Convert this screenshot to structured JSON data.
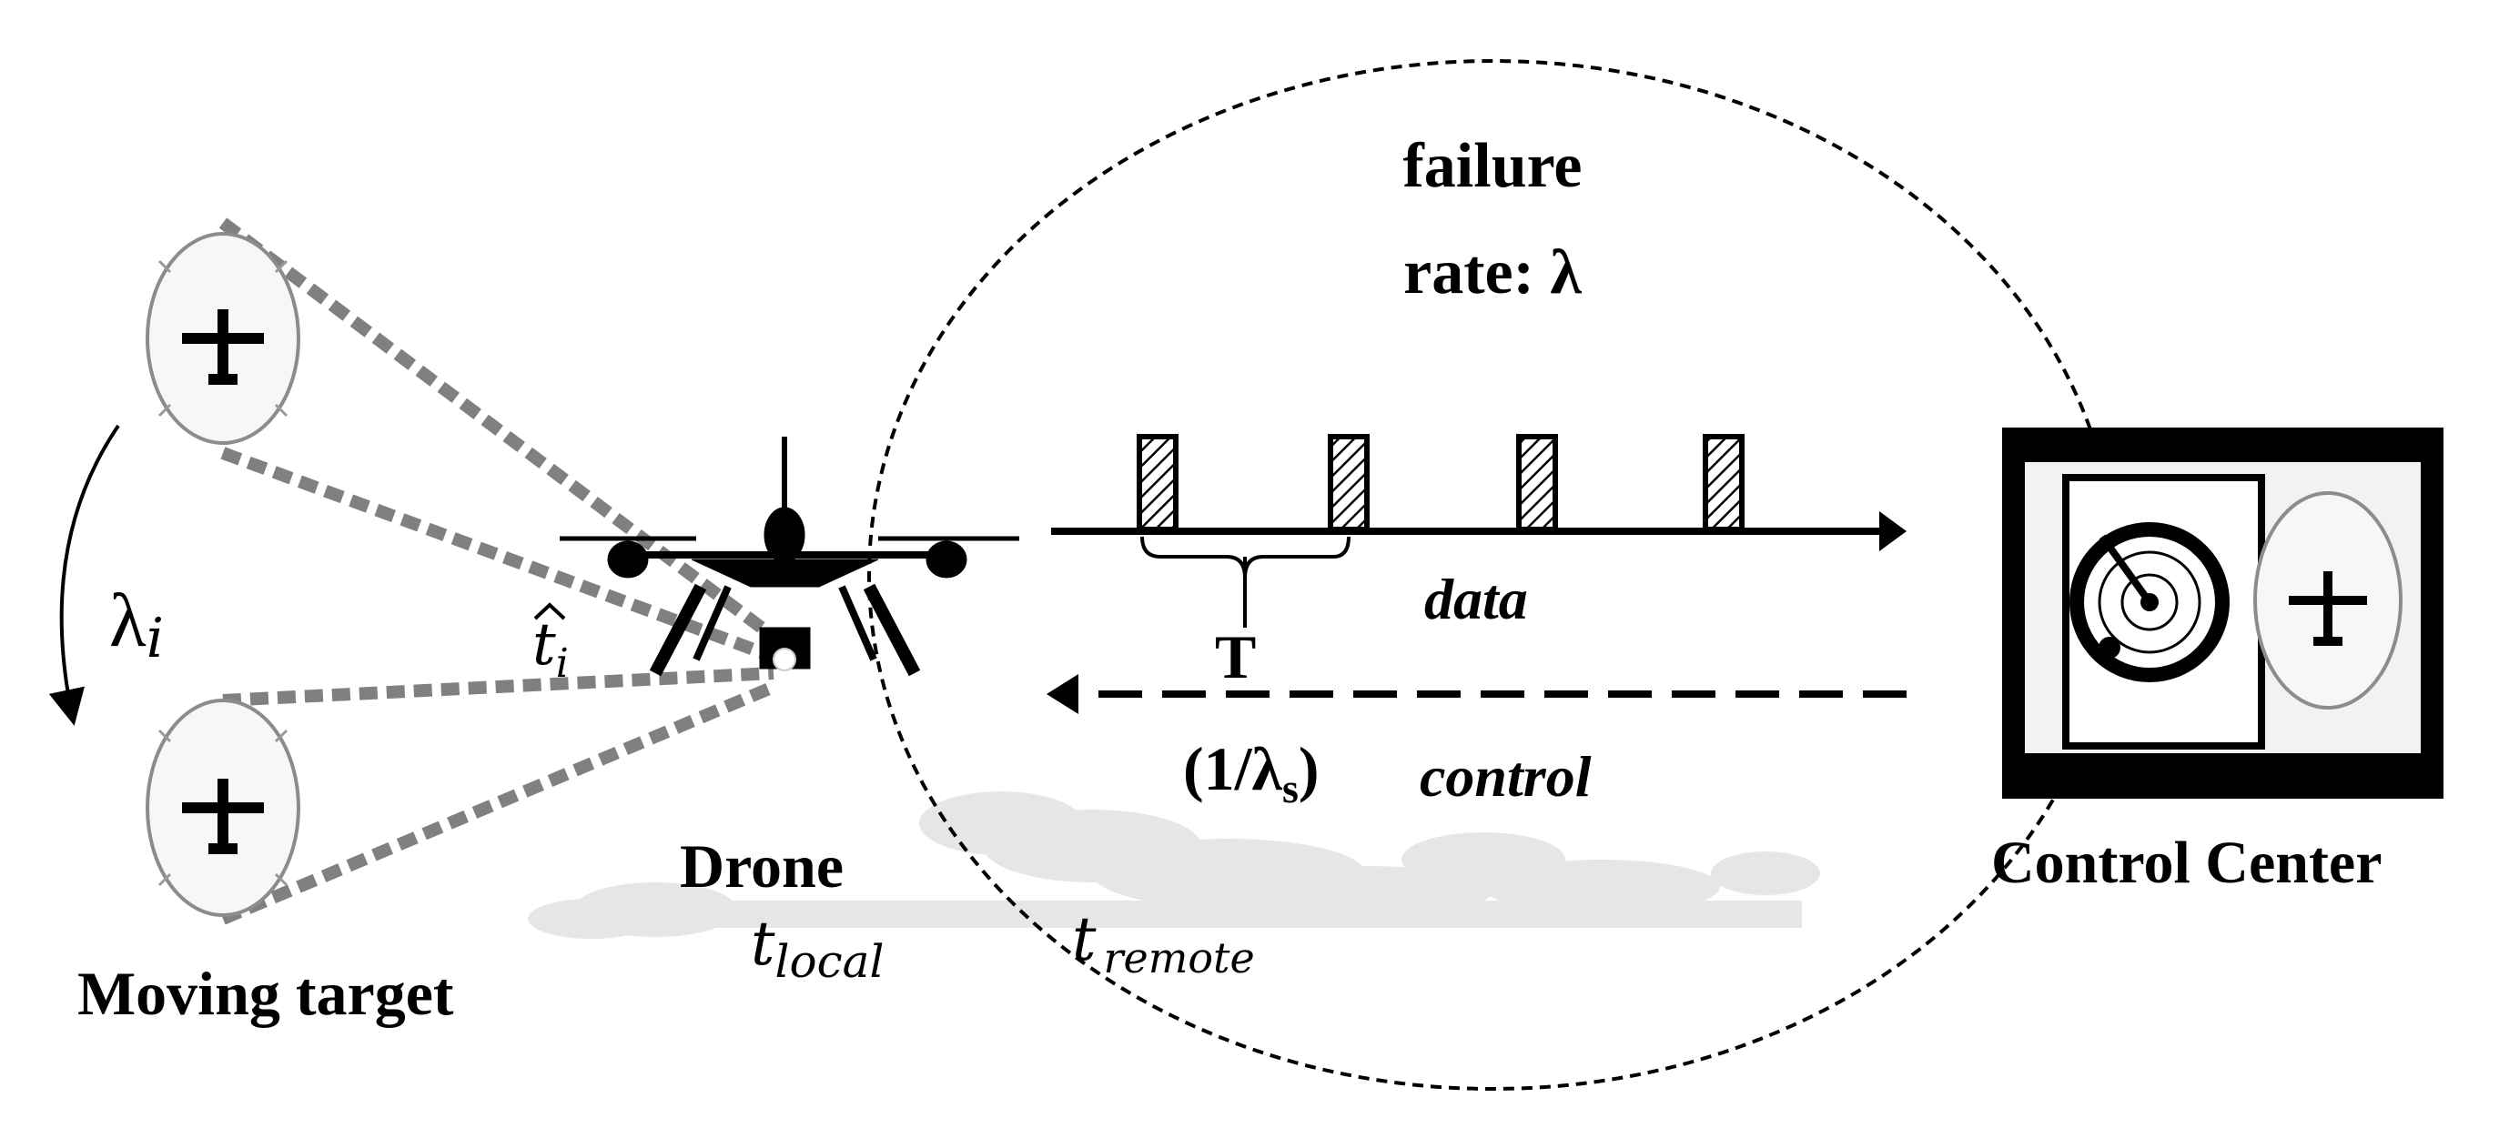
{
  "title": {
    "line1": "failure",
    "line2": "rate: λ"
  },
  "labels": {
    "moving_target": "Moving target",
    "drone": "Drone",
    "control_center": "Control Center",
    "data": "data",
    "control": "control",
    "period": "T",
    "rate_open": "(1/λ",
    "rate_sub": "s",
    "rate_close": ")",
    "lambda_i_base": "λ",
    "lambda_i_sub": "i",
    "t_hat_base": "t",
    "t_hat_sub": "i",
    "t_local_base": "t",
    "t_local_sub": "local",
    "t_remote_base": "t",
    "t_remote_sub": "remote"
  },
  "icons": [
    "target-plane-icon",
    "drone-icon",
    "radar-screen-icon",
    "data-packet-icon",
    "cloud-icon"
  ],
  "colors": {
    "ink": "#000000",
    "beam": "#7f7f7f",
    "cloud": "#e6e6e6",
    "target_ring": "#8c8c8c"
  }
}
